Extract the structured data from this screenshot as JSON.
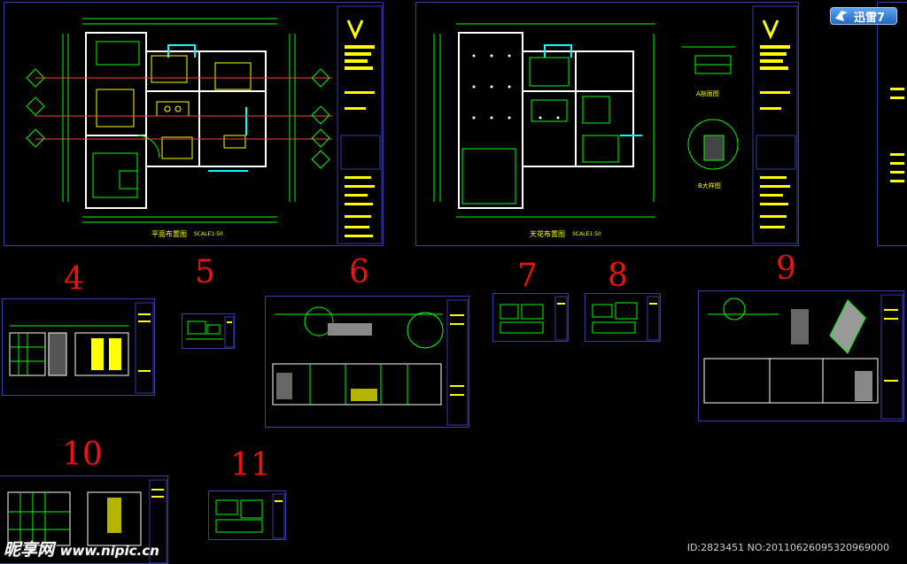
{
  "app": {
    "download_button": "迅雷7"
  },
  "sheets": {
    "floor_plan_title": "平面布置图",
    "floor_plan_scale": "SCALE1:50",
    "ceiling_plan_title": "天花布置图",
    "ceiling_plan_scale": "SCALE1:50",
    "section_a": "A剖面图",
    "detail_b": "B大样图"
  },
  "sheet_numbers": [
    "4",
    "5",
    "6",
    "7",
    "8",
    "9",
    "10",
    "11"
  ],
  "watermark": {
    "brand": "昵享网",
    "url": "www.nipic.cn"
  },
  "image_info": "ID:2823451 NO:20110626095320969000",
  "colors": {
    "background": "#000000",
    "frame": "#3a3aa8",
    "cad_yellow": "#ffff00",
    "cad_green": "#00ff00",
    "cad_cyan": "#00ffff",
    "label_red": "#e11111"
  }
}
